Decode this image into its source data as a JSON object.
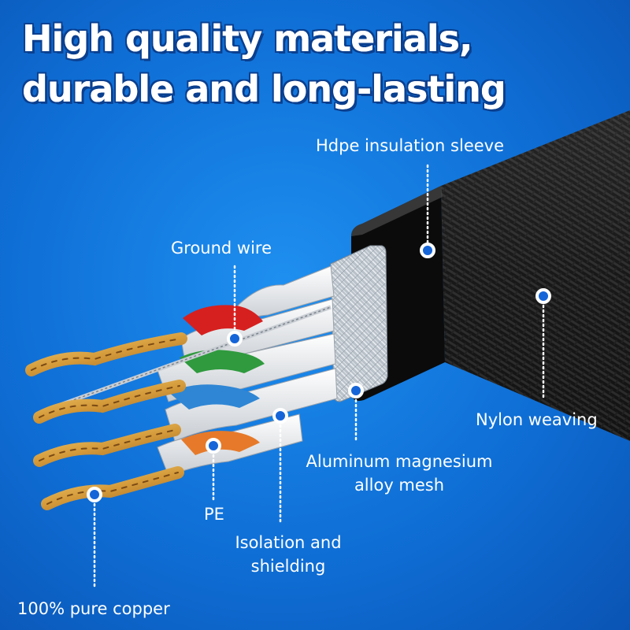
{
  "headline": {
    "line1": "High quality materials,",
    "line2": "durable and long-lasting"
  },
  "callouts": {
    "hdpe": "Hdpe insulation sleeve",
    "ground": "Ground wire",
    "nylon": "Nylon weaving",
    "aluminum_line1": "Aluminum magnesium",
    "aluminum_line2": "alloy mesh",
    "pe": "PE",
    "isolation_line1": "Isolation and",
    "isolation_line2": "shielding",
    "copper": "100% pure copper"
  },
  "colors": {
    "background": "#1178e0",
    "headline_text": "#ffffff",
    "headline_outline": "#0a3f8f",
    "copper": "#d9a441",
    "wire_red": "#d6201f",
    "wire_green": "#2f9a3e",
    "wire_blue": "#2f86d4",
    "wire_orange": "#e67a2a",
    "jacket": "#151515",
    "callout_dot": "#1565d8"
  }
}
